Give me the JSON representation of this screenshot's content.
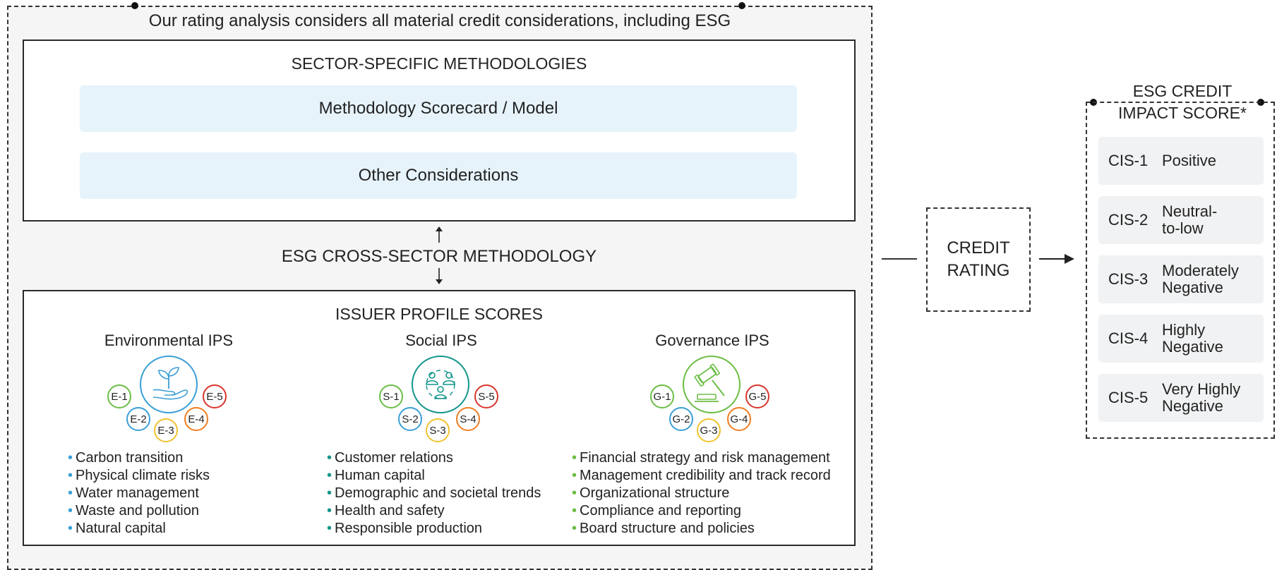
{
  "outer": {
    "heading": "Our rating analysis considers all material credit considerations, including ESG"
  },
  "sector": {
    "title": "SECTOR-SPECIFIC METHODOLOGIES",
    "bar1": "Methodology Scorecard / Model",
    "bar2": "Other Considerations"
  },
  "cross_sector": {
    "label": "ESG CROSS-SECTOR METHODOLOGY"
  },
  "ips": {
    "title": "ISSUER PROFILE SCORES",
    "environmental": {
      "title": "Environmental IPS",
      "color": "#3a9fd6",
      "icon": "plant-hand-icon",
      "codes": [
        "E-1",
        "E-2",
        "E-3",
        "E-4",
        "E-5"
      ],
      "items": [
        "Carbon transition",
        "Physical climate risks",
        "Water management",
        "Waste and pollution",
        "Natural capital"
      ]
    },
    "social": {
      "title": "Social IPS",
      "color": "#12958c",
      "icon": "people-network-icon",
      "codes": [
        "S-1",
        "S-2",
        "S-3",
        "S-4",
        "S-5"
      ],
      "items": [
        "Customer relations",
        "Human capital",
        "Demographic and societal trends",
        "Health and safety",
        "Responsible production"
      ]
    },
    "governance": {
      "title": "Governance IPS",
      "color": "#6cbd45",
      "icon": "gavel-icon",
      "codes": [
        "G-1",
        "G-2",
        "G-3",
        "G-4",
        "G-5"
      ],
      "items": [
        "Financial strategy and risk management",
        "Management credibility and track record",
        "Organizational structure",
        "Compliance and reporting",
        "Board structure and policies"
      ]
    },
    "code_colors": [
      "#6cbd45",
      "#3a9fd6",
      "#f2c230",
      "#ef7d22",
      "#d9352c"
    ]
  },
  "credit_rating": {
    "line1": "CREDIT",
    "line2": "RATING"
  },
  "cis": {
    "title_line1": "ESG CREDIT",
    "title_line2": "IMPACT SCORE*",
    "rows": [
      {
        "code": "CIS-1",
        "label_line1": "Positive",
        "label_line2": ""
      },
      {
        "code": "CIS-2",
        "label_line1": "Neutral-",
        "label_line2": "to-low"
      },
      {
        "code": "CIS-3",
        "label_line1": "Moderately",
        "label_line2": "Negative"
      },
      {
        "code": "CIS-4",
        "label_line1": "Highly",
        "label_line2": "Negative"
      },
      {
        "code": "CIS-5",
        "label_line1": "Very Highly",
        "label_line2": "Negative"
      }
    ]
  }
}
